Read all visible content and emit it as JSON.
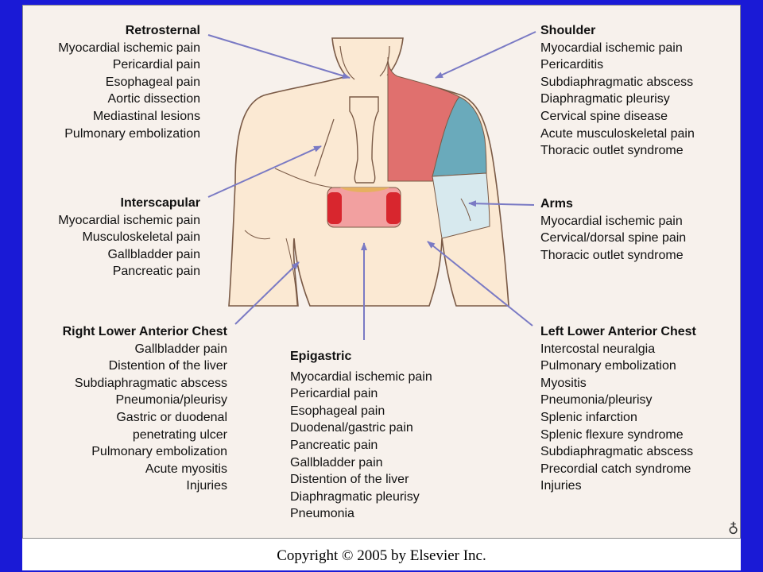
{
  "groups": {
    "retrosternal": {
      "heading": "Retrosternal",
      "items": [
        "Myocardial ischemic pain",
        "Pericardial pain",
        "Esophageal pain",
        "Aortic dissection",
        "Mediastinal lesions",
        "Pulmonary embolization"
      ]
    },
    "interscapular": {
      "heading": "Interscapular",
      "items": [
        "Myocardial ischemic pain",
        "Musculoskeletal pain",
        "Gallbladder pain",
        "Pancreatic pain"
      ]
    },
    "right_lower": {
      "heading": "Right Lower Anterior Chest",
      "items": [
        "Gallbladder pain",
        "Distention of the liver",
        "Subdiaphragmatic abscess",
        "Pneumonia/pleurisy",
        "Gastric or duodenal",
        "penetrating ulcer",
        "Pulmonary embolization",
        "Acute myositis",
        "Injuries"
      ]
    },
    "epigastric": {
      "heading": "Epigastric",
      "items": [
        "Myocardial ischemic pain",
        "Pericardial pain",
        "Esophageal pain",
        "Duodenal/gastric pain",
        "Pancreatic pain",
        "Gallbladder pain",
        "Distention of the liver",
        "Diaphragmatic pleurisy",
        "Pneumonia"
      ]
    },
    "shoulder": {
      "heading": "Shoulder",
      "items": [
        "Myocardial ischemic pain",
        "Pericarditis",
        "Subdiaphragmatic abscess",
        "Diaphragmatic pleurisy",
        "Cervical spine disease",
        "Acute musculoskeletal pain",
        "Thoracic outlet syndrome"
      ]
    },
    "arms": {
      "heading": "Arms",
      "items": [
        "Myocardial ischemic pain",
        "Cervical/dorsal spine pain",
        "Thoracic outlet syndrome"
      ]
    },
    "left_lower": {
      "heading": "Left Lower Anterior Chest",
      "items": [
        "Intercostal neuralgia",
        "Pulmonary embolization",
        "Myositis",
        "Pneumonia/pleurisy",
        "Splenic infarction",
        "Splenic flexure syndrome",
        "Subdiaphragmatic abscess",
        "Precordial catch syndrome",
        "Injuries"
      ]
    }
  },
  "copyright": "Copyright © 2005 by Elsevier Inc.",
  "colors": {
    "frame": "#1a1ad6",
    "panel": "#f7f1ec",
    "skin": "#fbe9d3",
    "shoulder_red": "#e0706e",
    "shoulder_teal": "#6aaabb",
    "arm_light": "#d7e9ee",
    "arrow": "#7a7ac4",
    "epigastric_pink": "#f2a0a0",
    "epigastric_red": "#d8262e"
  }
}
